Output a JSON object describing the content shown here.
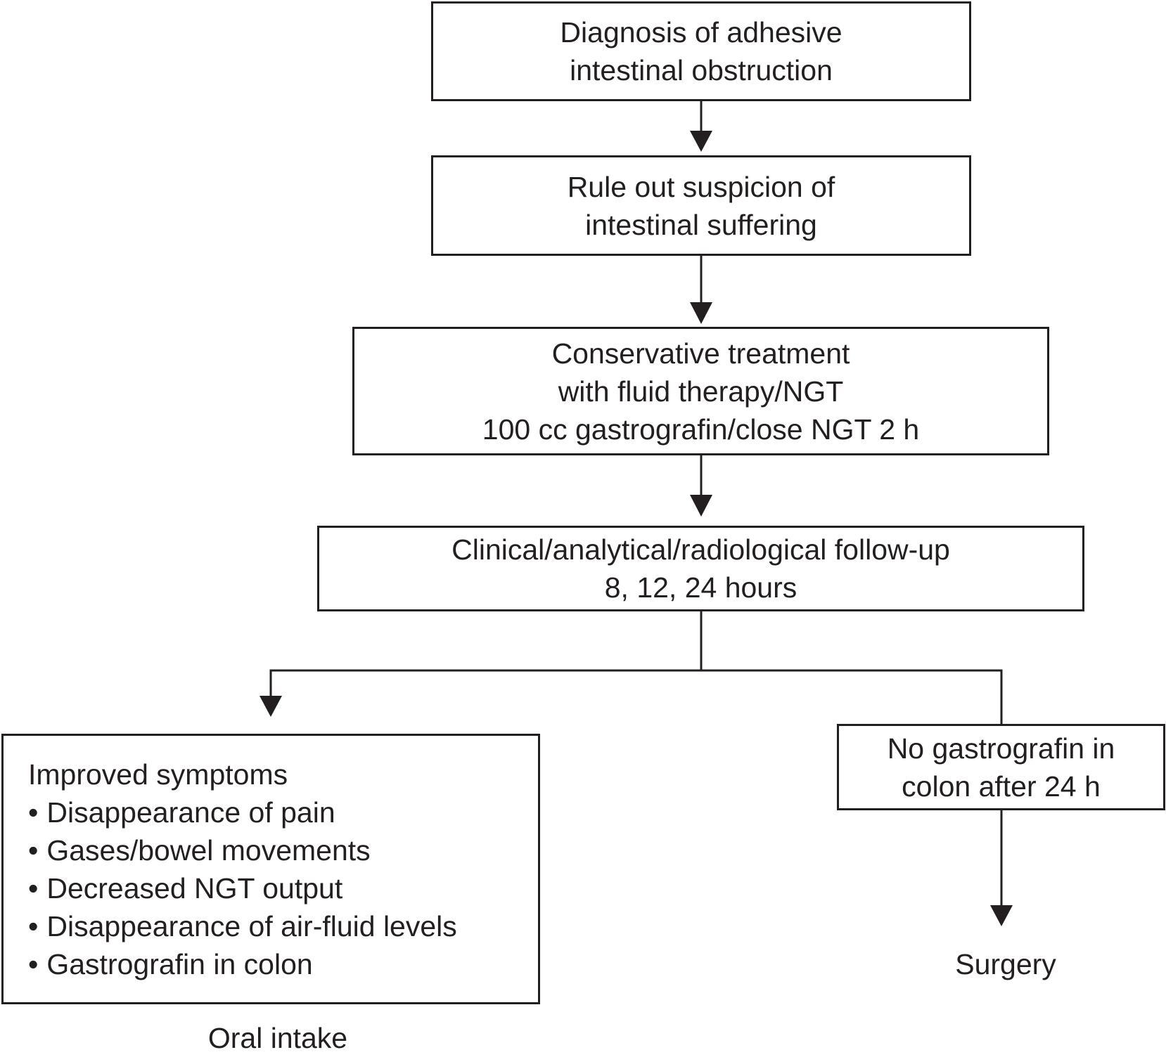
{
  "flowchart": {
    "diagnosis": {
      "lines": [
        "Diagnosis of adhesive",
        "intestinal obstruction"
      ]
    },
    "rule_out": {
      "lines": [
        "Rule out suspicion of",
        "intestinal suffering"
      ]
    },
    "conservative": {
      "lines": [
        "Conservative treatment",
        "with fluid therapy/NGT",
        "100 cc gastrografin/close NGT 2 h"
      ]
    },
    "follow_up": {
      "lines": [
        "Clinical/analytical/radiological follow-up",
        "8, 12, 24 hours"
      ]
    },
    "improved": {
      "heading": "Improved symptoms",
      "items": [
        "Disappearance of pain",
        "Gases/bowel movements",
        "Decreased NGT output",
        "Disappearance of air-fluid levels",
        "Gastrografin in colon"
      ]
    },
    "no_gastrografin": {
      "lines": [
        "No gastrografin in",
        "colon after 24 h"
      ]
    },
    "outcome_left": "Oral intake",
    "outcome_right": "Surgery"
  }
}
